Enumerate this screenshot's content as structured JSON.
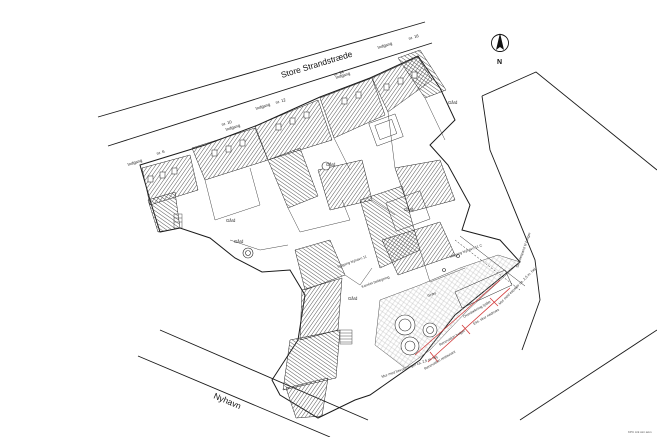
{
  "streets": {
    "top": "Store Strandstræde",
    "bottom": "Nyhavn"
  },
  "north_label": "N",
  "labels": {
    "nr6": "nr. 6",
    "nr10": "nr. 10",
    "nr12": "nr. 12",
    "nr14": "nr. 14",
    "nr16": "nr. 16",
    "indgang": "Indgang",
    "gaard": "Gård",
    "indgang_nyhavn_11c": "Indgang Nyhavn 11 C",
    "indgang_nyhavn_11": "Indgang Nyhavn 11",
    "karreet": "Karréet belægning",
    "graes": "Græs",
    "overdaekning": "Overdækning tylder",
    "eks_skur": "Eks. skur nedrives",
    "renovation": "Renovation bolger",
    "renovation_rest": "Renovation restaurant",
    "mur_med": "Mur med bevoksninger ca. 2,5 m. høj",
    "mur_med2": "Mur med espalier ca. 2,5 m. høj",
    "skraldespand": "Skraldespand til boliger",
    "footer": "KPC Ark stnr.tekn"
  },
  "colors": {
    "line": "#1a1a1a",
    "light_line": "#7a7a7a",
    "hatch": "#555555",
    "red": "#d23a3a"
  }
}
